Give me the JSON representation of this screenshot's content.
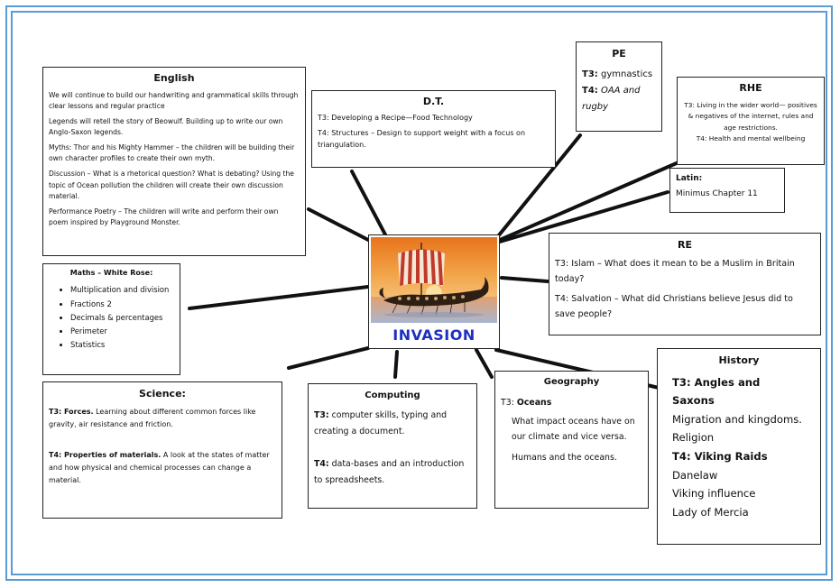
{
  "centre": {
    "title": "INVASION"
  },
  "english": {
    "title": "English",
    "paragraphs": [
      "We will continue to build our handwriting and grammatical skills through clear lessons and regular practice",
      "Legends will retell the story of Beowulf. Building up to write our own Anglo-Saxon legends.",
      "Myths: Thor and his Mighty Hammer – the children will be building their own character profiles to create their own myth.",
      "Discussion – What is a rhetorical question? What is debating? Using the topic of Ocean pollution the children will create their own discussion material.",
      "Performance Poetry – The children will write and perform their own poem inspired by Playground Monster."
    ]
  },
  "dt": {
    "title": "D.T.",
    "t3": "T3: Developing a Recipe—Food Technology",
    "t4": "T4: Structures – Design to support weight with a focus on triangulation."
  },
  "pe": {
    "title": "PE",
    "t3_label": "T3:",
    "t3_text": "gymnastics",
    "t4_label": "T4:",
    "t4_text": "OAA and rugby"
  },
  "rhe": {
    "title": "RHE",
    "t3": "T3: Living in the wider world— positives & negatives of the internet, rules and age restrictions.",
    "t4": "T4: Health  and mental wellbeing"
  },
  "latin": {
    "title": "Latin:",
    "text": "Minimus Chapter 11"
  },
  "re": {
    "title": "RE",
    "t3": "T3: Islam – What does it mean to be a Muslim in Britain today?",
    "t4": "T4: Salvation – What did Christians believe Jesus did to save people?"
  },
  "maths": {
    "title": "Maths – White Rose:",
    "items": [
      "Multiplication and division",
      "Fractions 2",
      "Decimals & percentages",
      "Perimeter",
      "Statistics"
    ]
  },
  "science": {
    "title": "Science:",
    "t3_label": "T3: Forces.",
    "t3_text": " Learning about different common forces like gravity, air resistance and friction.",
    "t4_label": "T4: Properties of materials.",
    "t4_text": " A look at the states of matter and how physical and chemical processes can change a material."
  },
  "computing": {
    "title": "Computing",
    "t3_label": "T3:",
    "t3_text": " computer skills, typing and creating a document.",
    "t4_label": "T4:",
    "t4_text": " data-bases and an introduction to spreadsheets."
  },
  "geography": {
    "title": "Geography",
    "t3_label": "T3: ",
    "t3_bold": "Oceans",
    "line1": "What impact oceans have on our climate and vice versa.",
    "line2": "Humans and the oceans."
  },
  "history": {
    "title": "History",
    "t3": "T3: Angles and Saxons",
    "t3_items": [
      "Migration and kingdoms.",
      "Religion"
    ],
    "t4": "T4: Viking Raids",
    "t4_items": [
      "Danelaw",
      "Viking influence",
      "Lady of Mercia"
    ]
  },
  "colors": {
    "frame": "#5b9bd5",
    "title_text": "#1f2fbf",
    "sail_red": "#c0392b"
  }
}
